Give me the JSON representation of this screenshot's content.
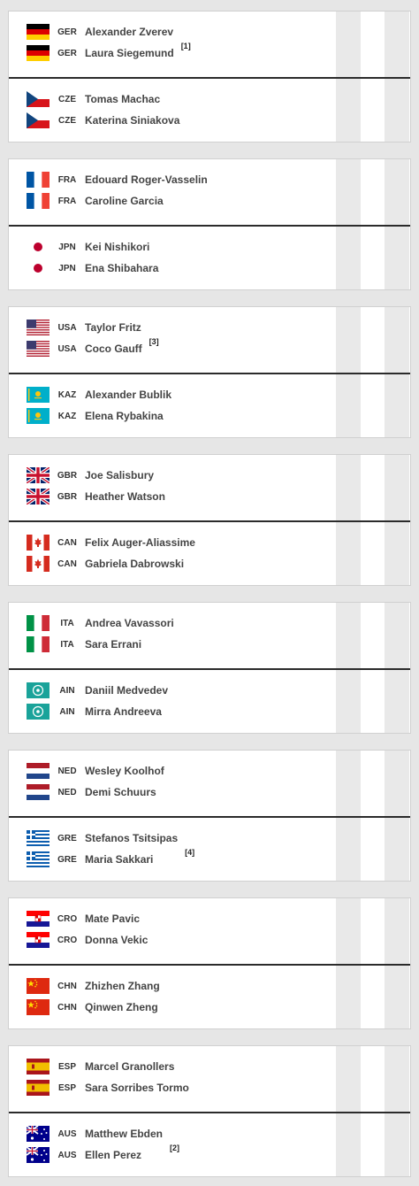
{
  "matches": [
    {
      "teams": [
        {
          "seed": "[1]",
          "players": [
            {
              "code": "GER",
              "name": "Alexander Zverev",
              "flag": "ger"
            },
            {
              "code": "GER",
              "name": "Laura Siegemund",
              "flag": "ger"
            }
          ]
        },
        {
          "seed": "",
          "players": [
            {
              "code": "CZE",
              "name": "Tomas Machac",
              "flag": "cze"
            },
            {
              "code": "CZE",
              "name": "Katerina Siniakova",
              "flag": "cze"
            }
          ]
        }
      ]
    },
    {
      "teams": [
        {
          "seed": "",
          "players": [
            {
              "code": "FRA",
              "name": "Edouard Roger-Vasselin",
              "flag": "fra"
            },
            {
              "code": "FRA",
              "name": "Caroline Garcia",
              "flag": "fra"
            }
          ]
        },
        {
          "seed": "",
          "players": [
            {
              "code": "JPN",
              "name": "Kei Nishikori",
              "flag": "jpn"
            },
            {
              "code": "JPN",
              "name": "Ena Shibahara",
              "flag": "jpn"
            }
          ]
        }
      ]
    },
    {
      "teams": [
        {
          "seed": "[3]",
          "players": [
            {
              "code": "USA",
              "name": "Taylor Fritz",
              "flag": "usa"
            },
            {
              "code": "USA",
              "name": "Coco Gauff",
              "flag": "usa"
            }
          ]
        },
        {
          "seed": "",
          "players": [
            {
              "code": "KAZ",
              "name": "Alexander Bublik",
              "flag": "kaz"
            },
            {
              "code": "KAZ",
              "name": "Elena Rybakina",
              "flag": "kaz"
            }
          ]
        }
      ]
    },
    {
      "teams": [
        {
          "seed": "",
          "players": [
            {
              "code": "GBR",
              "name": "Joe Salisbury",
              "flag": "gbr"
            },
            {
              "code": "GBR",
              "name": "Heather Watson",
              "flag": "gbr"
            }
          ]
        },
        {
          "seed": "",
          "players": [
            {
              "code": "CAN",
              "name": "Felix Auger-Aliassime",
              "flag": "can"
            },
            {
              "code": "CAN",
              "name": "Gabriela Dabrowski",
              "flag": "can"
            }
          ]
        }
      ]
    },
    {
      "teams": [
        {
          "seed": "",
          "players": [
            {
              "code": "ITA",
              "name": "Andrea Vavassori",
              "flag": "ita"
            },
            {
              "code": "ITA",
              "name": "Sara Errani",
              "flag": "ita"
            }
          ]
        },
        {
          "seed": "",
          "players": [
            {
              "code": "AIN",
              "name": "Daniil Medvedev",
              "flag": "ain"
            },
            {
              "code": "AIN",
              "name": "Mirra Andreeva",
              "flag": "ain"
            }
          ]
        }
      ]
    },
    {
      "teams": [
        {
          "seed": "",
          "players": [
            {
              "code": "NED",
              "name": "Wesley Koolhof",
              "flag": "ned"
            },
            {
              "code": "NED",
              "name": "Demi Schuurs",
              "flag": "ned"
            }
          ]
        },
        {
          "seed": "[4]",
          "players": [
            {
              "code": "GRE",
              "name": "Stefanos Tsitsipas",
              "flag": "gre"
            },
            {
              "code": "GRE",
              "name": "Maria Sakkari",
              "flag": "gre"
            }
          ]
        }
      ]
    },
    {
      "teams": [
        {
          "seed": "",
          "players": [
            {
              "code": "CRO",
              "name": "Mate Pavic",
              "flag": "cro"
            },
            {
              "code": "CRO",
              "name": "Donna Vekic",
              "flag": "cro"
            }
          ]
        },
        {
          "seed": "",
          "players": [
            {
              "code": "CHN",
              "name": "Zhizhen Zhang",
              "flag": "chn"
            },
            {
              "code": "CHN",
              "name": "Qinwen Zheng",
              "flag": "chn"
            }
          ]
        }
      ]
    },
    {
      "teams": [
        {
          "seed": "",
          "players": [
            {
              "code": "ESP",
              "name": "Marcel Granollers",
              "flag": "esp"
            },
            {
              "code": "ESP",
              "name": "Sara Sorribes Tormo",
              "flag": "esp"
            }
          ]
        },
        {
          "seed": "[2]",
          "players": [
            {
              "code": "AUS",
              "name": "Matthew Ebden",
              "flag": "aus"
            },
            {
              "code": "AUS",
              "name": "Ellen Perez",
              "flag": "aus"
            }
          ]
        }
      ]
    }
  ],
  "colors": {
    "background": "#e6e6e6",
    "card": "#ffffff",
    "divider": "#2b2b2b",
    "score_column": "#e9e9e9"
  }
}
